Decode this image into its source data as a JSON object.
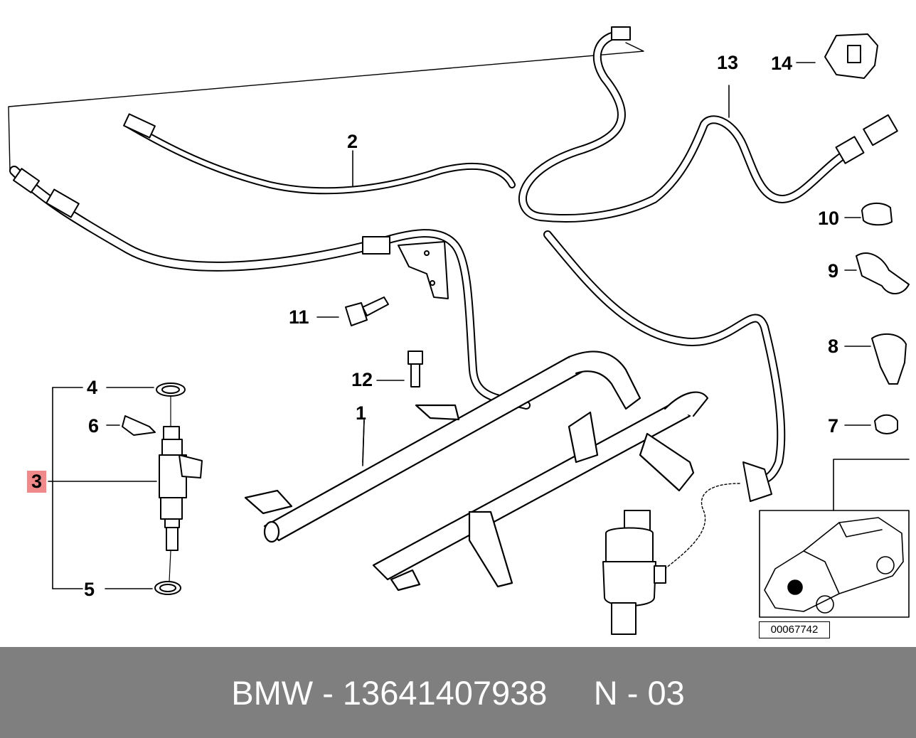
{
  "callouts": {
    "c1": "1",
    "c2": "2",
    "c3": "3",
    "c4": "4",
    "c5": "5",
    "c6": "6",
    "c7": "7",
    "c8": "8",
    "c9": "9",
    "c10": "10",
    "c11": "11",
    "c12": "12",
    "c13": "13",
    "c14": "14"
  },
  "highlight_color": "#f08a8a",
  "diagram_number": "00067742",
  "footer": {
    "text": "BMW - 13641407938     N - 03",
    "background": "#7f7f7f",
    "text_color": "#ffffff"
  }
}
